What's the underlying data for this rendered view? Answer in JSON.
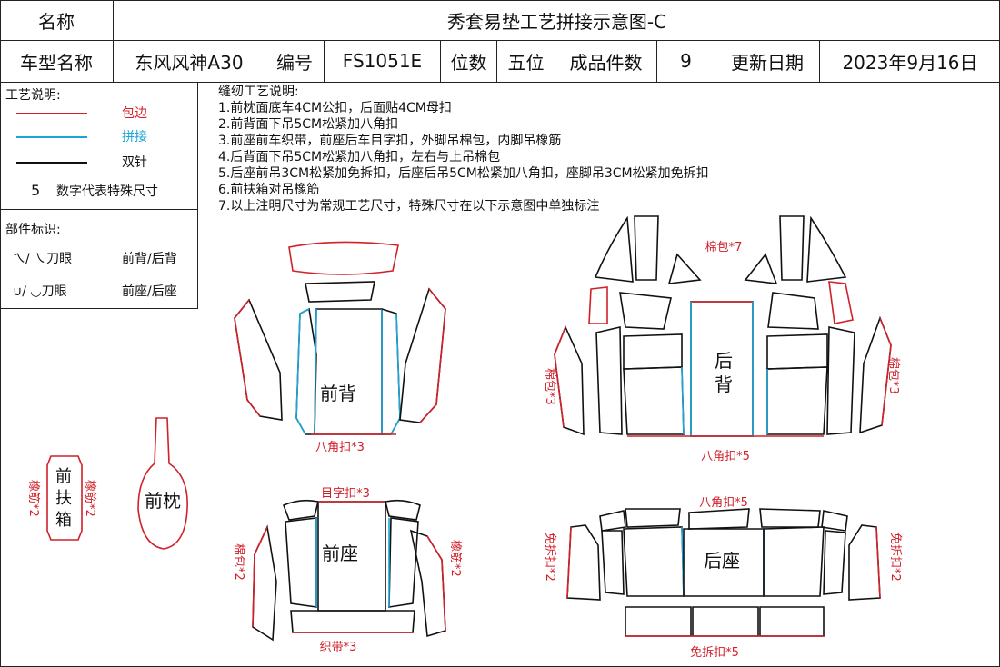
{
  "header": {
    "name_label": "名称",
    "title": "秀套易垫工艺拼接示意图-C",
    "car_model_label": "车型名称",
    "car_model": "东风风神A30",
    "code_label": "编号",
    "code": "FS1051E",
    "seat_label": "位数",
    "seat_value": "五位",
    "pieces_label": "成品件数",
    "pieces_value": "9",
    "update_label": "更新日期",
    "update_date": "2023年9月16日"
  },
  "legend": {
    "title": "工艺说明:",
    "items": [
      {
        "label": "包边",
        "color": "#d1202a"
      },
      {
        "label": "拼接",
        "color": "#1aa5d6"
      },
      {
        "label": "双针",
        "color": "#111111"
      }
    ],
    "number_symbol": "5",
    "number_desc": "数字代表特殊尺寸",
    "parts_title": "部件标识:",
    "parts_symbol_1": "ㄟ/ ㇏刀眼",
    "parts_desc_1": "前背/后背",
    "parts_symbol_2": "∪/ ◡刀眼",
    "parts_desc_2": "前座/后座"
  },
  "notes": {
    "title": "缝纫工艺说明:",
    "lines": [
      "1.前枕面底车4CM公扣，后面贴4CM母扣",
      "2.前背面下吊5CM松紧加八角扣",
      "3.前座前车织带，前座后车目字扣，外脚吊棉包，内脚吊橡筋",
      "4.后背面下吊5CM松紧加八角扣，左右与上吊棉包",
      "5.后座前吊3CM松紧加免拆扣，后座后吊5CM松紧加八角扣，座脚吊3CM松紧加免拆扣",
      "6.前扶箱对吊橡筋",
      "7.以上注明尺寸为常规工艺尺寸，特殊尺寸在以下示意图中单独标注"
    ]
  },
  "diagram": {
    "front_back_label": "前背",
    "front_back_bottom": "八角扣*3",
    "rear_back_label_1": "后",
    "rear_back_label_2": "背",
    "rear_back_top": "棉包*7",
    "rear_back_left": "棉包*3",
    "rear_back_right": "棉包*3",
    "rear_back_bottom": "八角扣*5",
    "armrest_label": "前扶箱",
    "armrest_left": "橡筋*2",
    "armrest_right": "橡筋*2",
    "headrest_label": "前枕",
    "front_seat_label": "前座",
    "front_seat_top": "目字扣*3",
    "front_seat_left": "棉包*2",
    "front_seat_right": "橡筋*2",
    "front_seat_bottom": "织带*3",
    "rear_seat_label": "后座",
    "rear_seat_top": "八角扣*5",
    "rear_seat_left": "免拆扣*2",
    "rear_seat_right": "免拆扣*2",
    "rear_seat_bottom": "免拆扣*5"
  }
}
